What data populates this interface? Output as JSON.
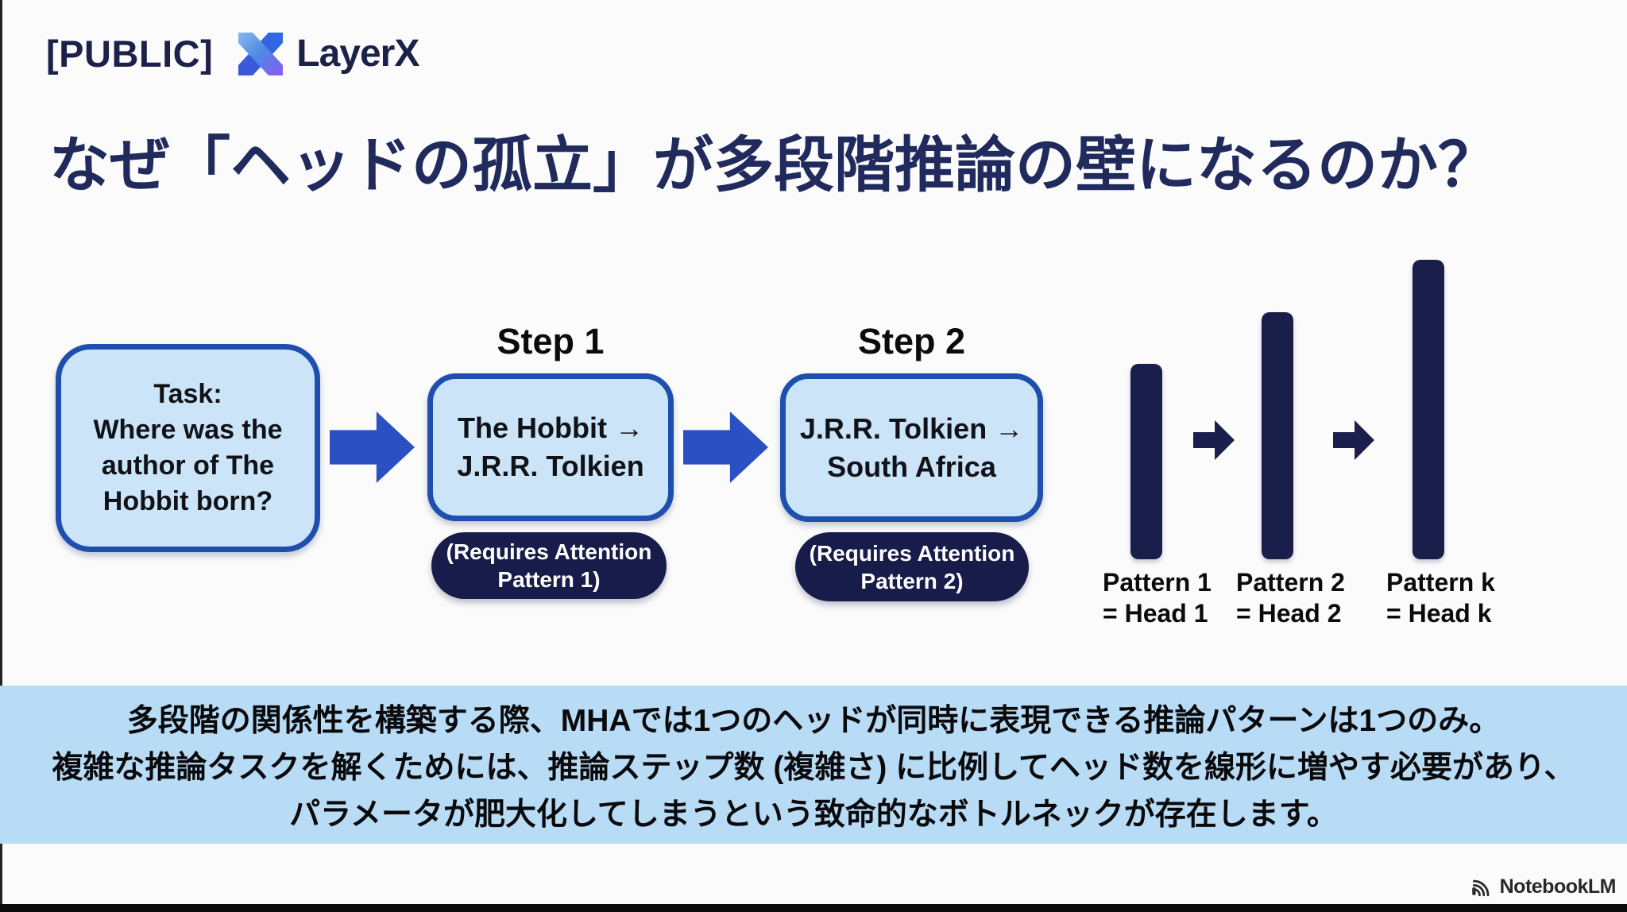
{
  "header": {
    "classification_label": "[PUBLIC]",
    "brand_name": "LayerX",
    "brand_icon": "layerx-x-icon"
  },
  "title": "なぜ「ヘッドの孤立」が多段階推論の壁になるのか？",
  "flow": {
    "task_box": "Task:\nWhere was the\nauthor of The\nHobbit born?",
    "arrow_icon": "right-arrow-icon",
    "steps": [
      {
        "heading": "Step 1",
        "box": "The Hobbit →\nJ.R.R. Tolkien",
        "note": "(Requires Attention\nPattern 1)"
      },
      {
        "heading": "Step 2",
        "box": "J.R.R. Tolkien →\nSouth Africa",
        "note": "(Requires Attention\nPattern 2)"
      }
    ]
  },
  "patterns": {
    "arrow_icon": "right-arrow-icon",
    "items": [
      {
        "label": "Pattern 1\n= Head 1"
      },
      {
        "label": "Pattern 2\n= Head 2"
      },
      {
        "label": "Pattern k\n= Head k"
      }
    ]
  },
  "callout": {
    "lines": [
      "多段階の関係性を構築する際、MHAでは1つのヘッドが同時に表現できる推論パターンは1つのみ。",
      "複雑な推論タスクを解くためには、推論ステップ数 (複雑さ) に比例してヘッド数を線形に増やす必要があり、",
      "パラメータが肥大化してしまうという致命的なボトルネックが存在します。"
    ]
  },
  "footer": {
    "brand_name": "NotebookLM",
    "brand_icon": "notebooklm-icon"
  },
  "colors": {
    "title_text": "#212a5c",
    "header_text": "#1c2147",
    "box_fill": "#cbe4f8",
    "box_border": "#1e4fae",
    "flow_arrow_blue": "#2a50c3",
    "navy_dark": "#181c4a",
    "callout_bg": "#b9dcf6",
    "callout_text": "#0a0a0c"
  }
}
